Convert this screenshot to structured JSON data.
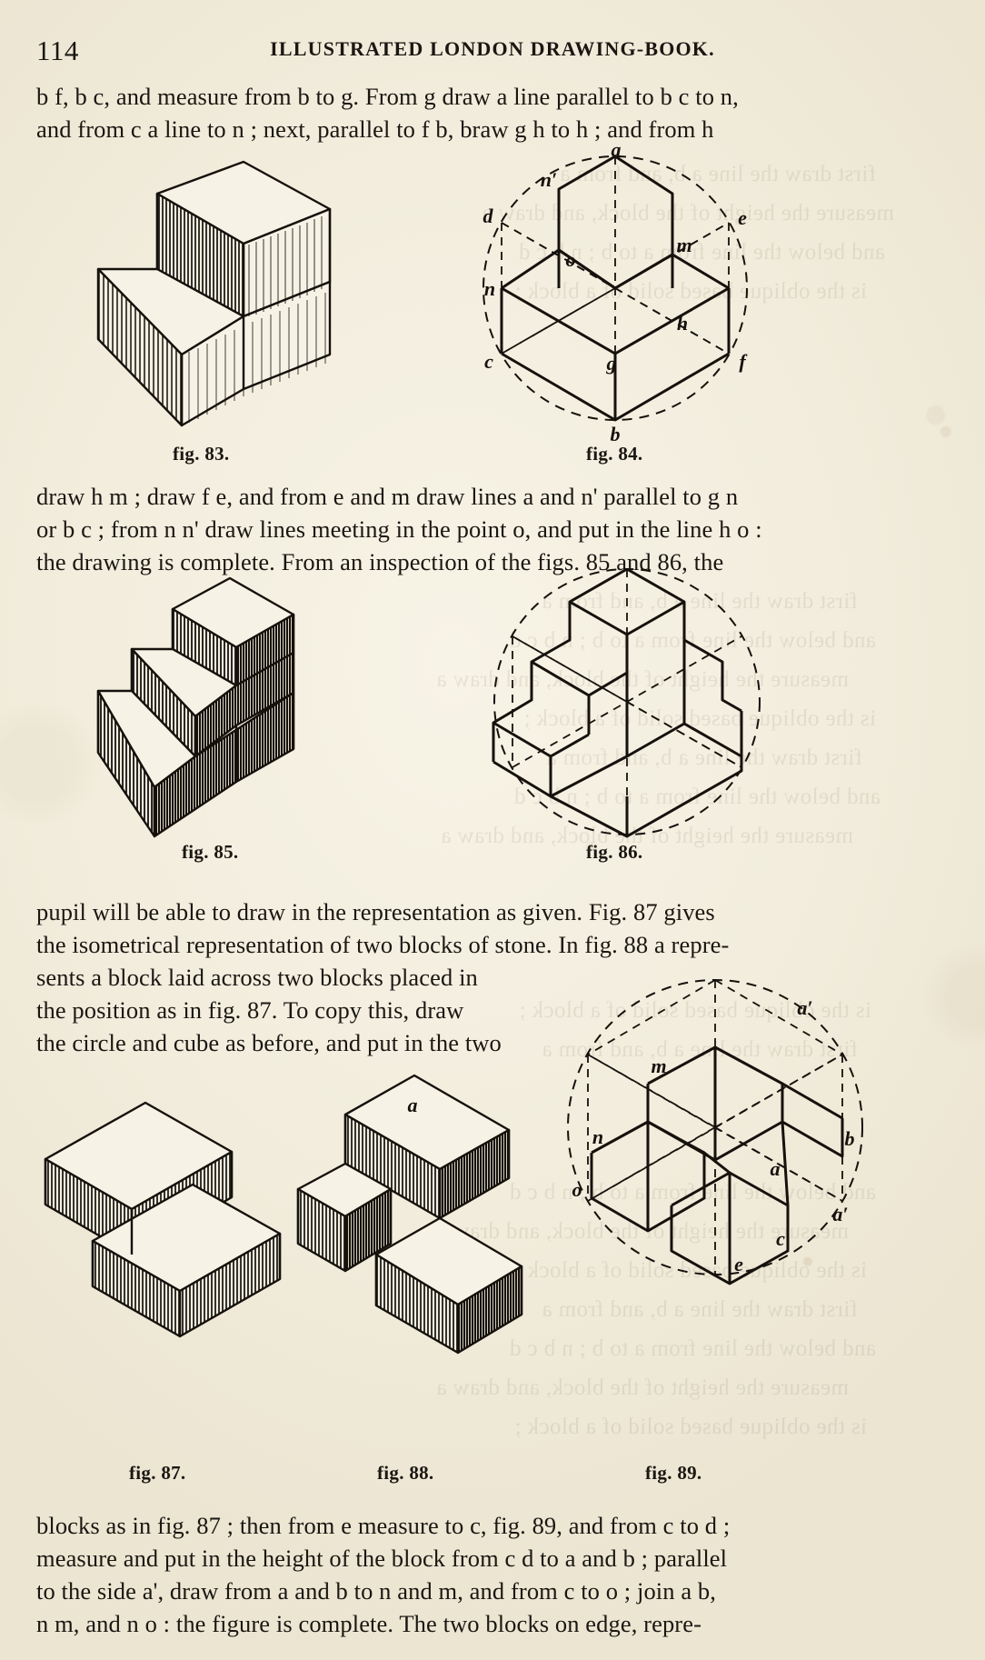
{
  "page": {
    "folio": "114",
    "running_head": "ILLUSTRATED LONDON DRAWING-BOOK."
  },
  "paragraphs": {
    "p1": {
      "lines": [
        "b f, b c, and measure from b to g.   From g draw a line parallel to b c to n,",
        "and from c a line to n ; next, parallel to f b, braw g h to h ; and from h"
      ]
    },
    "p2": {
      "lines": [
        "draw h m ; draw f e, and from e and m draw lines a and n' parallel to g n",
        "or b c ; from n n' draw lines meeting in the point o, and put in the line h o :",
        "the drawing is complete.   From an inspection of the figs. 85 and 86, the"
      ]
    },
    "p3": {
      "lines": [
        "pupil will be able to draw in the representation as given.   Fig. 87 gives",
        "the isometrical representation of two blocks of stone.   In fig. 88 a repre-",
        "sents a block laid across two blocks placed in",
        "the position as in fig. 87.  To copy this, draw",
        "the circle and cube as before, and put in the two"
      ]
    },
    "p4": {
      "lines": [
        "blocks as in fig. 87 ; then from e measure to c, fig. 89, and from c to d ;",
        "measure and put in the height of the block from c d to a and b ; parallel",
        "to the side a', draw from a and b to n and m, and from c to o ; join a b,",
        "n m, and n o : the figure is complete.   The two blocks on edge, repre-"
      ]
    }
  },
  "figures": [
    {
      "id": "fig83",
      "caption": "fig. 83.",
      "description": "two-step block, shaded isometric",
      "labels": []
    },
    {
      "id": "fig84",
      "caption": "fig. 84.",
      "description": "two-step block inscribed in circle with construction lines",
      "labels": [
        "a",
        "n'",
        "d",
        "e",
        "m",
        "o",
        "n",
        "h",
        "c",
        "g",
        "f",
        "b"
      ]
    },
    {
      "id": "fig85",
      "caption": "fig. 85.",
      "description": "three-step block, shaded isometric",
      "labels": []
    },
    {
      "id": "fig86",
      "caption": "fig. 86.",
      "description": "three-step block inscribed in circle, outline with dashed construction",
      "labels": []
    },
    {
      "id": "fig87",
      "caption": "fig. 87.",
      "description": "two long blocks of stone side by side",
      "labels": []
    },
    {
      "id": "fig88",
      "caption": "fig. 88.",
      "description": "block laid across two blocks",
      "labels": [
        "a"
      ]
    },
    {
      "id": "fig89",
      "caption": "fig. 89.",
      "description": "blocks construction inscribed in circle",
      "labels": [
        "a'",
        "m",
        "n",
        "o",
        "b",
        "a",
        "a'",
        "c",
        "e"
      ]
    }
  ],
  "show_through": {
    "lines": [
      "first draw the line a b, and from a",
      "measure the height of the block, and draw a",
      "and below the line from a to b ; n b c d",
      "is the oblique based solid of a block ;"
    ]
  },
  "colors": {
    "paper": "#f2eddd",
    "ink": "#15110c"
  }
}
